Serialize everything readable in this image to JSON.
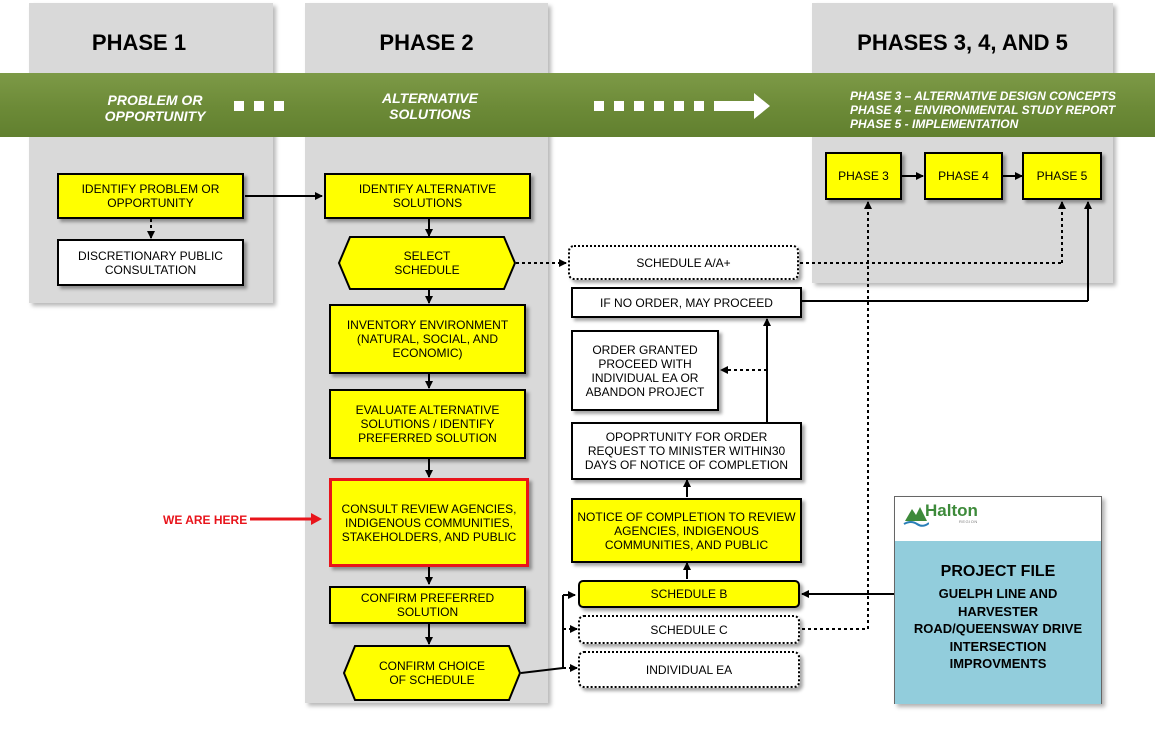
{
  "phases": {
    "phase1_title": "PHASE 1",
    "phase2_title": "PHASE 2",
    "phase345_title": "PHASES 3, 4, AND 5"
  },
  "band": {
    "problem_label": "PROBLEM OR\nOPPORTUNITY",
    "alternative_label": "ALTERNATIVE\nSOLUTIONS",
    "phase_list": [
      "PHASE 3 – ALTERNATIVE DESIGN CONCEPTS",
      "PHASE 4 – ENVIRONMENTAL STUDY REPORT",
      "PHASE 5 - IMPLEMENTATION"
    ]
  },
  "phase1_boxes": {
    "identify_problem": "IDENTIFY PROBLEM OR OPPORTUNITY",
    "discretionary": "DISCRETIONARY PUBLIC CONSULTATION"
  },
  "phase2_boxes": {
    "identify_alternative": "IDENTIFY ALTERNATIVE SOLUTIONS",
    "select_schedule": "SELECT\nSCHEDULE",
    "inventory": "INVENTORY ENVIRONMENT (NATURAL, SOCIAL, AND ECONOMIC)",
    "evaluate": "EVALUATE ALTERNATIVE SOLUTIONS / IDENTIFY PREFERRED SOLUTION",
    "consult": "CONSULT REVIEW AGENCIES, INDIGENOUS COMMUNITIES, STAKEHOLDERS, AND PUBLIC",
    "confirm_preferred": "CONFIRM PREFERRED SOLUTION",
    "confirm_choice": "CONFIRM CHOICE\nOF SCHEDULE"
  },
  "middle_boxes": {
    "schedule_a": "SCHEDULE A/A+",
    "if_no_order": "IF NO ORDER, MAY PROCEED",
    "order_granted": "ORDER GRANTED PROCEED WITH INDIVIDUAL EA OR ABANDON PROJECT",
    "opportunity": "OPOPRTUNITY FOR ORDER REQUEST TO MINISTER WITHIN30 DAYS OF NOTICE OF COMPLETION",
    "notice": "NOTICE OF COMPLETION TO REVIEW AGENCIES, INDIGENOUS COMMUNITIES, AND PUBLIC",
    "schedule_b": "SCHEDULE B",
    "schedule_c": "SCHEDULE C",
    "individual_ea": "INDIVIDUAL EA"
  },
  "phase345_boxes": {
    "phase3": "PHASE 3",
    "phase4": "PHASE 4",
    "phase5": "PHASE 5"
  },
  "marker": {
    "we_are_here": "WE ARE HERE"
  },
  "project": {
    "logo_text": "Halton",
    "logo_tagline": "REGION",
    "title": "PROJECT FILE",
    "subtitle": "GUELPH LINE AND\nHARVESTER\nROAD/QUEENSWAY  DRIVE\nINTERSECTION\nIMPROVMENTS"
  },
  "colors": {
    "band_green": "#6c8a37",
    "box_yellow": "#ffff00",
    "highlight_red": "#e8141b",
    "panel_grey": "#d9d9d9",
    "project_blue": "#92cddc"
  }
}
